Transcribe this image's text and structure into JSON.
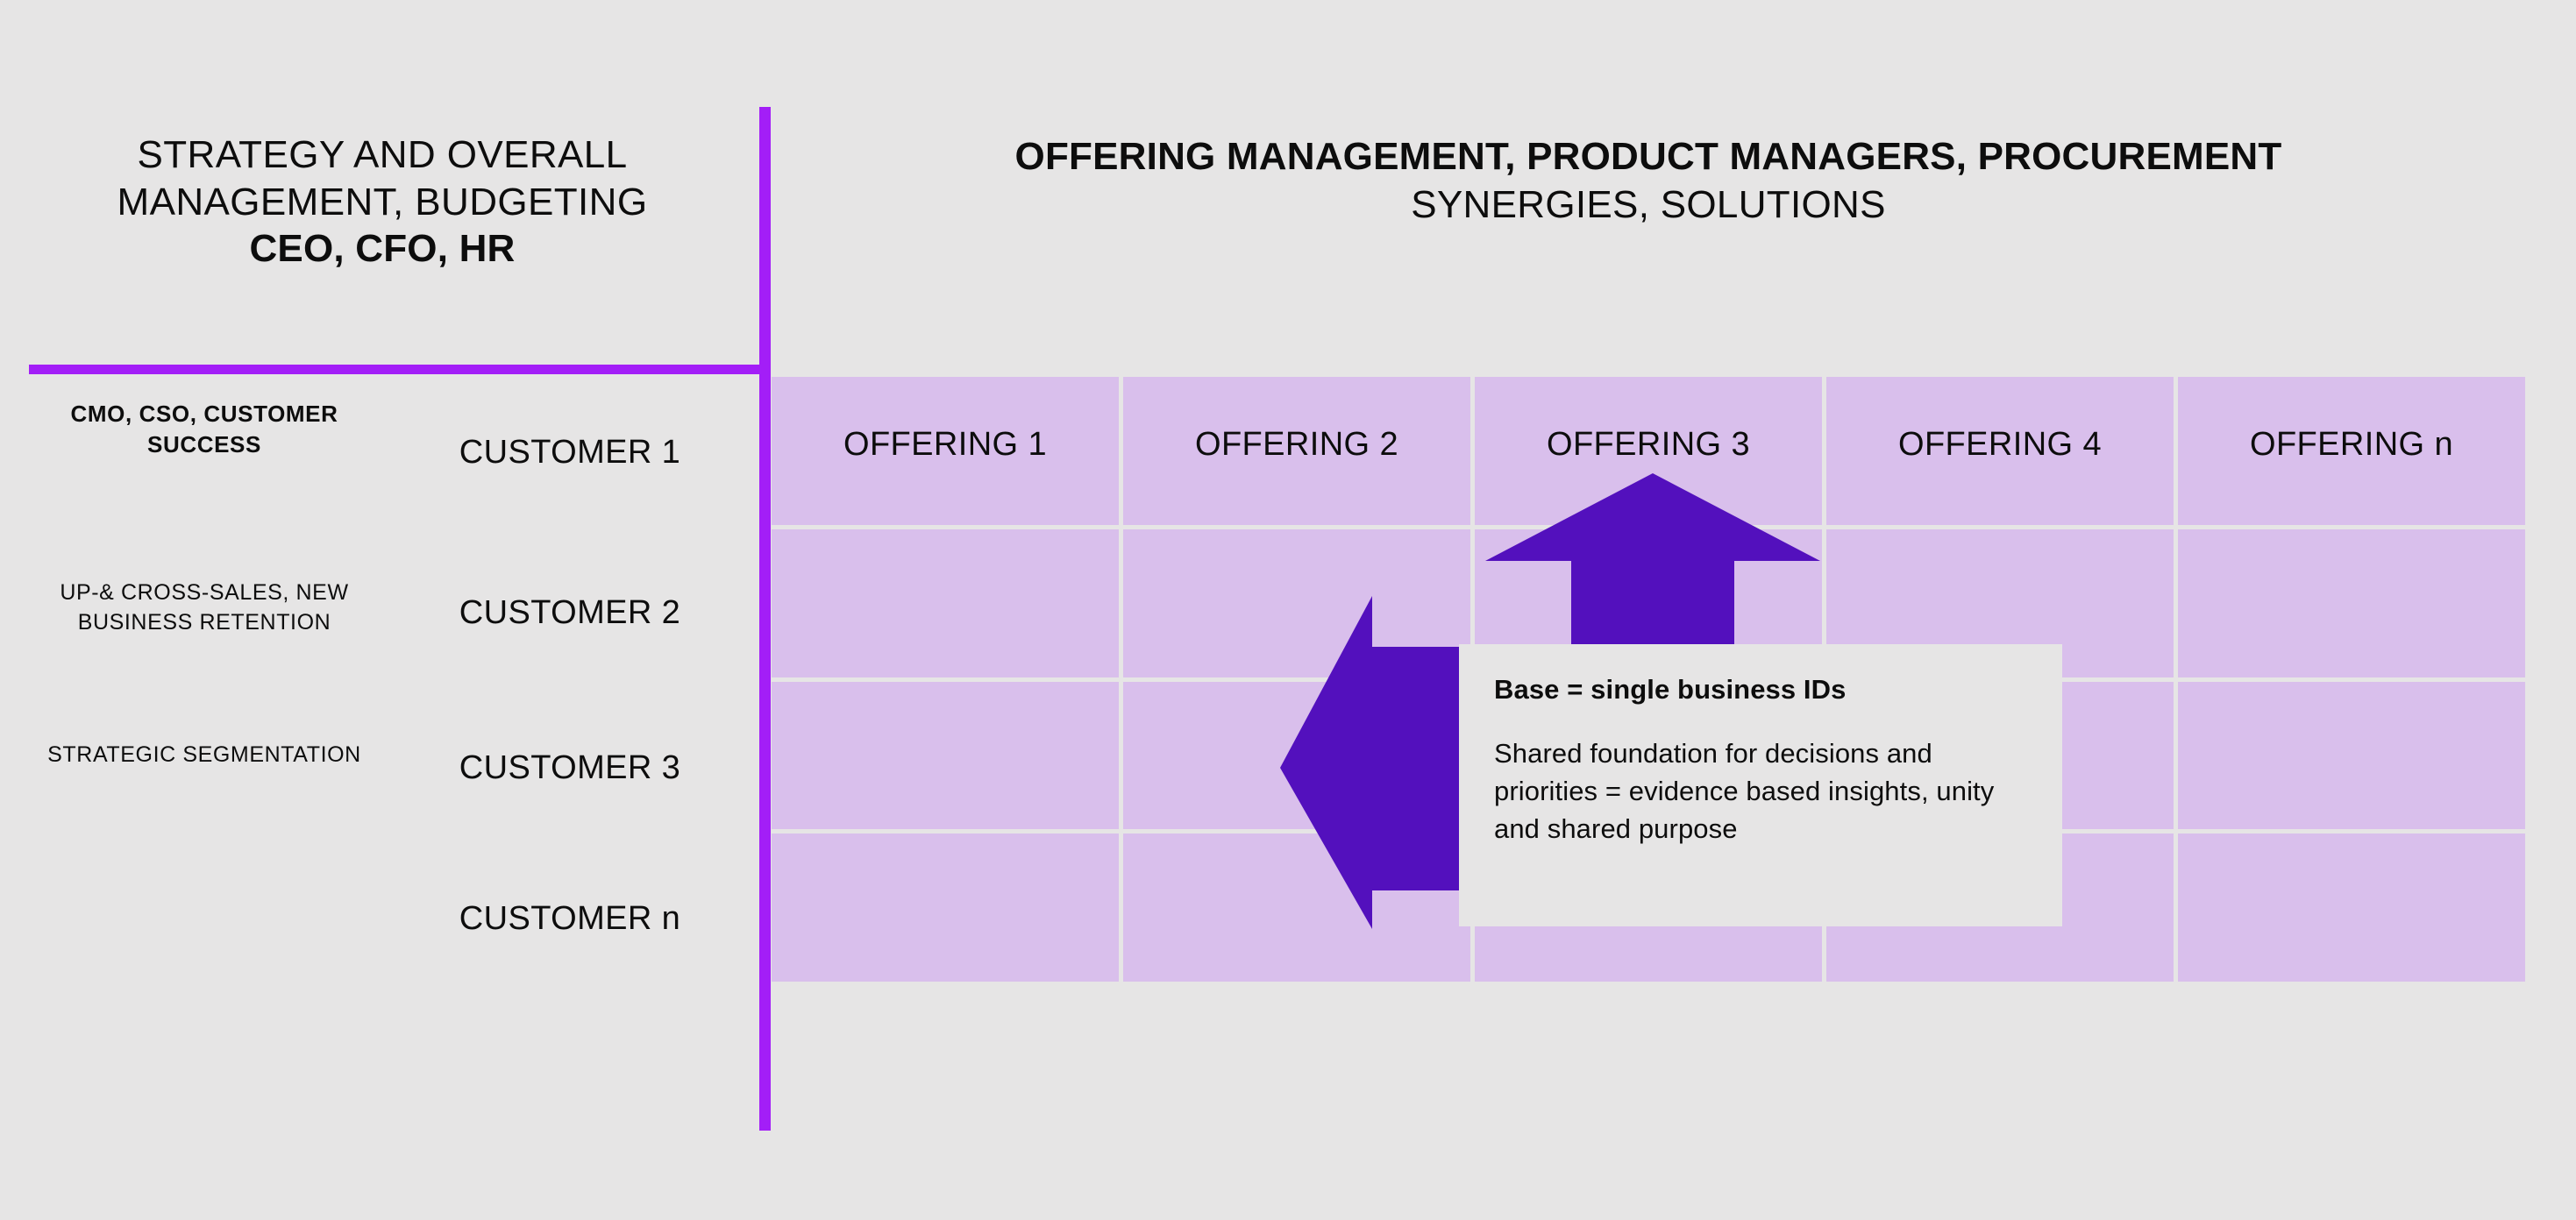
{
  "colors": {
    "background": "#e6e5e5",
    "rule_purple": "#a31ef7",
    "arrow_purple": "#5310bd",
    "cell_lavender": "#d9bfec",
    "text": "#0d0d0d"
  },
  "left_header": {
    "line1": "STRATEGY AND OVERALL",
    "line2": "MANAGEMENT, BUDGETING",
    "line3": "CEO, CFO, HR"
  },
  "right_header": {
    "line1": "OFFERING MANAGEMENT, PRODUCT MANAGERS, PROCUREMENT",
    "line2": "SYNERGIES, SOLUTIONS"
  },
  "role_labels": [
    {
      "text": "CMO, CSO, CUSTOMER SUCCESS",
      "bold": true
    },
    {
      "text": "UP-& CROSS-SALES, NEW BUSINESS RETENTION",
      "bold": false
    },
    {
      "text": "STRATEGIC SEGMENTATION",
      "bold": false
    }
  ],
  "customers": [
    "CUSTOMER 1",
    "CUSTOMER 2",
    "CUSTOMER 3",
    "CUSTOMER n"
  ],
  "offerings": [
    "OFFERING 1",
    "OFFERING 2",
    "OFFERING 3",
    "OFFERING 4",
    "OFFERING n"
  ],
  "callout": {
    "title": "Base = single business IDs",
    "body": "Shared foundation for decisions and priorities = evidence based insights, unity and shared purpose"
  },
  "arrows": {
    "up": "arrow-up-icon",
    "left": "arrow-left-icon"
  }
}
